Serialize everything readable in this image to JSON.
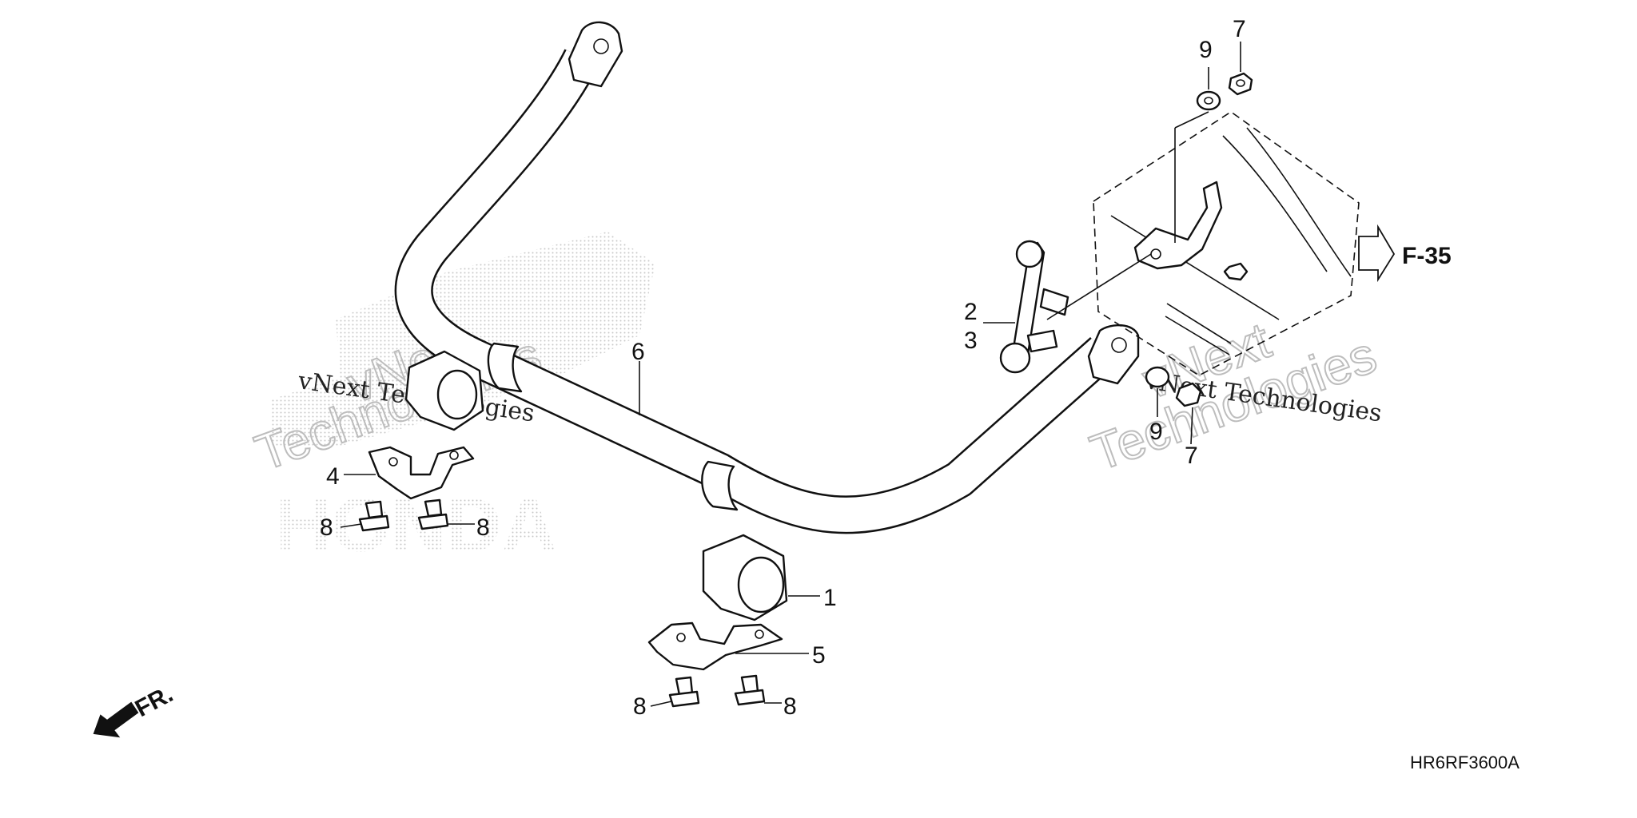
{
  "diagram_code": "HR6RF3600A",
  "front_label": "FR.",
  "ref_section": "F-35",
  "callouts": {
    "c1": "1",
    "c2": "2",
    "c3": "3",
    "c4": "4",
    "c5": "5",
    "c6": "6",
    "c7a": "7",
    "c7b": "7",
    "c8a": "8",
    "c8b": "8",
    "c8c": "8",
    "c8d": "8",
    "c9a": "9",
    "c9b": "9"
  },
  "watermarks": {
    "a_line1": "vNext",
    "a_line2": "Technologies",
    "a_serif": "vNext Technologies",
    "b_line1": "vNext",
    "b_line2": "Technologies",
    "b_serif": "vNext Technologies"
  },
  "logo_text": "HONDA"
}
